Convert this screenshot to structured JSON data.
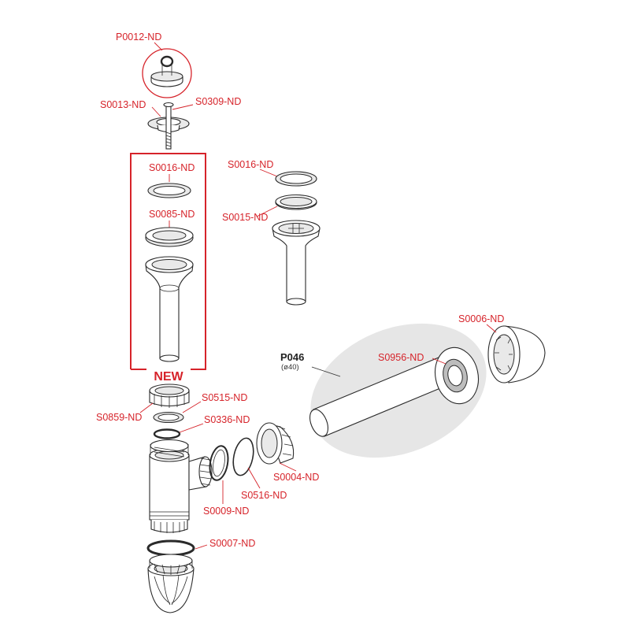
{
  "colors": {
    "label": "#d6232a",
    "line": "#2a2a2a",
    "highlight_fill": "#e6e6e6",
    "frame": "#d6232a"
  },
  "labels": {
    "p0012": "P0012-ND",
    "s0013": "S0013-ND",
    "s0309": "S0309-ND",
    "s0016_kit": "S0016-ND",
    "s0085": "S0085-ND",
    "new_badge": "NEW",
    "s0016_alt": "S0016-ND",
    "s0015": "S0015-ND",
    "s0006": "S0006-ND",
    "p046": "P046",
    "p046_dia": "(ø40)",
    "s0956": "S0956-ND",
    "s0859": "S0859-ND",
    "s0515": "S0515-ND",
    "s0336": "S0336-ND",
    "s0004": "S0004-ND",
    "s0516": "S0516-ND",
    "s0009": "S0009-ND",
    "s0007": "S0007-ND"
  }
}
